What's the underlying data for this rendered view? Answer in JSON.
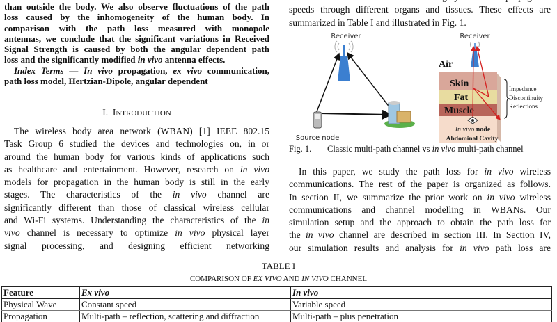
{
  "abstract": {
    "lines": [
      [
        "than outside the body. We also observe fluctuations of the path"
      ],
      [
        "loss caused by the inhomogeneity of the human body. In"
      ],
      [
        "comparison with the path loss measured with monopole"
      ],
      [
        "antennas, we conclude that the significant variations in Received"
      ],
      [
        "Signal Strength is caused by both the angular dependent path"
      ],
      [
        "loss and the significantly modified ",
        "in vivo",
        " antenna effects."
      ],
      [
        "",
        "Index Terms — In vivo",
        " propagation, ",
        "ex vivo",
        " communication,"
      ],
      [
        "path loss model, Hertzian-Dipole, angular dependent"
      ]
    ]
  },
  "section_heading": {
    "number": "I.",
    "title_first": "I",
    "title_rest": "NTRODUCTION"
  },
  "intro_left": {
    "lines": [
      [
        "The wireless body area network (WBAN) [1] IEEE 802.15"
      ],
      [
        "Task Group 6 studied the devices and technologies on, in or"
      ],
      [
        "around the human body for various kinds of applications such"
      ],
      [
        "as healthcare and entertainment. However, research on ",
        "in vivo"
      ],
      [
        "models for propagation in the human body is still in the early"
      ],
      [
        "stages. The characteristics of the ",
        "in vivo",
        " channel are"
      ],
      [
        "significantly different than those of classical wireless cellular"
      ],
      [
        "and Wi-Fi systems. Understanding the characteristics of the ",
        "in"
      ],
      [
        "",
        "vivo",
        " channel is necessary to optimize ",
        "in vivo",
        " physical layer"
      ],
      [
        "signal processing, and designing efficient networking"
      ]
    ]
  },
  "right_top": {
    "lines": [
      [
        "such as near field effects and highly variable propagation"
      ],
      [
        "speeds through different organs and tissues. These effects are"
      ],
      [
        "summarized in Table I and illustrated in Fig. 1."
      ]
    ]
  },
  "figure": {
    "left_receiver_label": "Receiver",
    "source_label": "Source node",
    "right_receiver_label": "Receiver",
    "air_label": "Air",
    "skin_label": "Skin",
    "fat_label": "Fat",
    "muscle_label": "Muscle",
    "impedance_lines": [
      "Impedance",
      "Discontinuity",
      "Reflections"
    ],
    "node_label_italic": "In vivo",
    "node_label_rest": " node",
    "cavity_label": "Abdominal Cavity",
    "colors": {
      "tower": "#3b7fd0",
      "ray": "#d42020",
      "skin": "#d9a79a",
      "fat": "#e8dca0",
      "muscle": "#b8655a",
      "cavity": "#f6dccb"
    },
    "caption_number": "Fig. 1.",
    "caption": [
      "Classic multi-path channel vs ",
      "in vivo",
      " multi-path channel"
    ]
  },
  "intro_right": {
    "lines": [
      [
        "In this paper, we study the path loss for ",
        "in vivo",
        " wireless"
      ],
      [
        "communications. The rest of the paper is organized as follows."
      ],
      [
        "In section II, we summarize the prior work on ",
        "in vivo",
        " wireless"
      ],
      [
        "communications and channel modelling in WBANs. Our"
      ],
      [
        "simulation setup and the approach to obtain the path loss for"
      ],
      [
        "the ",
        "in vivo",
        " channel are described in section III. In Section IV,"
      ],
      [
        "our simulation results and analysis for ",
        "in vivo",
        " path loss are"
      ]
    ]
  },
  "table": {
    "label": "TABLE I",
    "caption": [
      "COMPARISON OF ",
      "EX VIVO",
      " AND ",
      "IN VIVO",
      " CHANNEL"
    ],
    "headers": [
      "Feature",
      "Ex vivo",
      "In vivo"
    ],
    "rows": [
      [
        "Physical Wave",
        "Constant speed",
        "Variable speed"
      ],
      [
        "Propagation",
        "Multi-path – reflection, scattering and diffraction",
        "Multi-path – plus penetration"
      ]
    ]
  }
}
